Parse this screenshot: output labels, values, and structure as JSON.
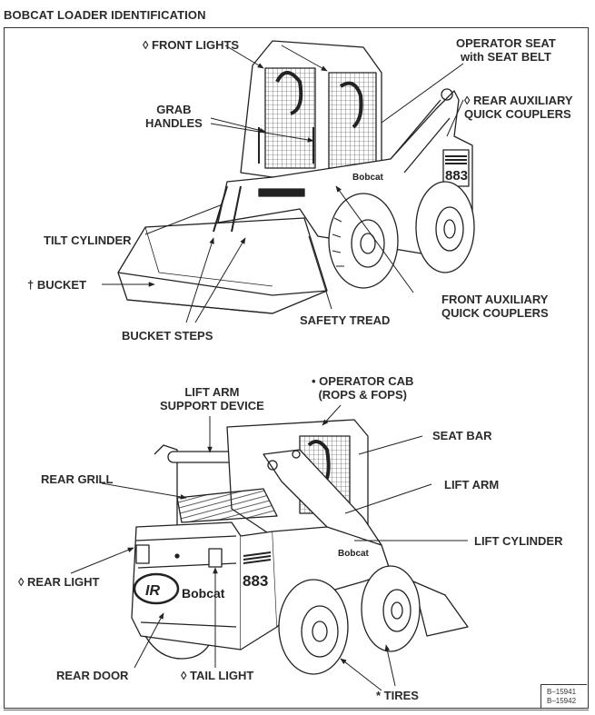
{
  "title": "BOBCAT LOADER IDENTIFICATION",
  "top_view": {
    "labels": {
      "front_lights": "◊ FRONT LIGHTS",
      "operator_seat": [
        "OPERATOR SEAT",
        "with SEAT BELT"
      ],
      "grab_handles": [
        "GRAB",
        "HANDLES"
      ],
      "rear_aux": [
        "◊ REAR AUXILIARY",
        "QUICK COUPLERS"
      ],
      "tilt_cylinder": "TILT CYLINDER",
      "bucket": "† BUCKET",
      "front_aux": [
        "FRONT AUXILIARY",
        "QUICK COUPLERS"
      ],
      "safety_tread": "SAFETY TREAD",
      "bucket_steps": "BUCKET STEPS"
    },
    "decals": {
      "brand": "Bobcat",
      "model": "883"
    }
  },
  "bottom_view": {
    "labels": {
      "lift_arm_support": [
        "LIFT ARM",
        "SUPPORT DEVICE"
      ],
      "operator_cab": [
        "• OPERATOR CAB",
        "(ROPS & FOPS)"
      ],
      "seat_bar": "SEAT BAR",
      "rear_grill": "REAR GRILL",
      "lift_arm": "LIFT ARM",
      "lift_cylinder": "LIFT CYLINDER",
      "rear_light": "◊ REAR LIGHT",
      "rear_door": "REAR DOOR",
      "tail_light": "◊ TAIL LIGHT",
      "tires": "* TIRES"
    },
    "decals": {
      "logo": "IR",
      "brand": "Bobcat",
      "model": "883"
    }
  },
  "figure_refs": [
    "B–15941",
    "B–15942"
  ]
}
